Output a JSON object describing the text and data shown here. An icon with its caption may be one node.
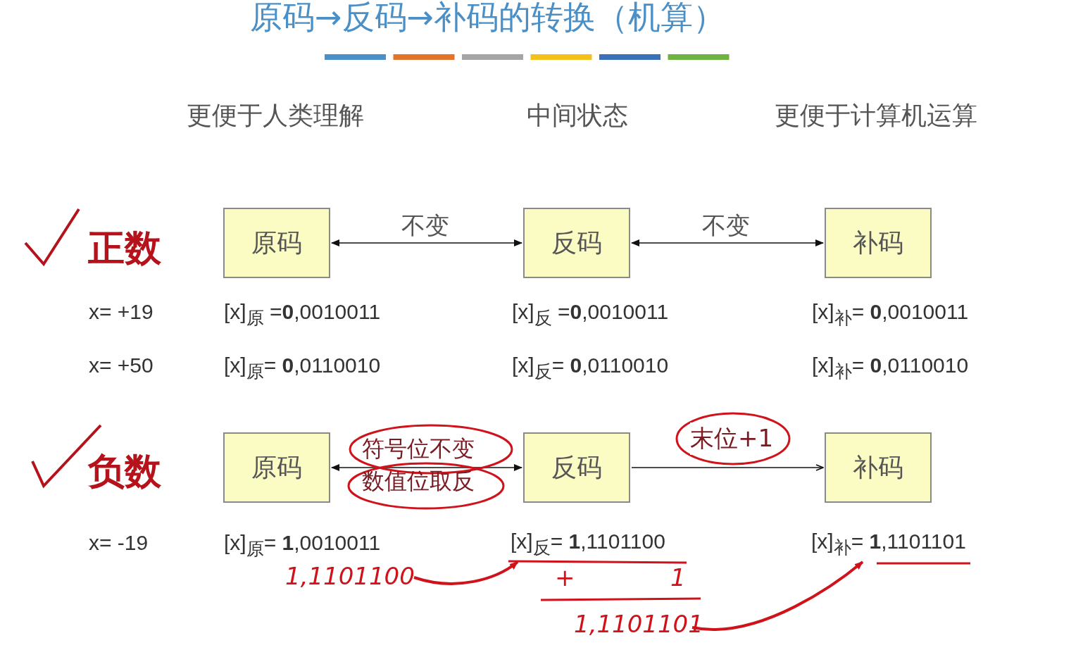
{
  "diagram": {
    "title": "原码→反码→补码的转换（机算）",
    "nodes": [
      {
        "text": [
          "原码"
        ]
      },
      {
        "text": [
          "反码"
        ]
      },
      {
        "text": [
          "补码"
        ]
      },
      {
        "text": [
          "原码"
        ]
      },
      {
        "text": [
          "反码"
        ]
      },
      {
        "text": [
          "补码"
        ]
      },
      {
        "text": [
          "1,1101100"
        ]
      },
      {
        "text": [
          "[x]$_{反}$= **1**,1101100"
        ]
      },
      {
        "text": [
          "1,1101101"
        ]
      },
      {
        "text": [
          "[x]$_{补}$= **1**,1101101"
        ]
      }
    ],
    "edges": [
      {
        "from": 0,
        "to": 1,
        "arrow": "both",
        "label": "不变"
      },
      {
        "from": 1,
        "to": 2,
        "arrow": "both",
        "label": "不变"
      },
      {
        "from": 3,
        "to": 4,
        "arrow": "both",
        "label": "符号位不变数值位取反"
      },
      {
        "from": 4,
        "to": 5,
        "arrow": "to",
        "label": "末位+1"
      },
      {
        "from": 6,
        "to": 7,
        "arrow": "to",
        "color": "#d0121b",
        "style": "thick"
      },
      {
        "from": 8,
        "to": 9,
        "arrow": "to",
        "color": "#d0121b",
        "style": "thick"
      }
    ],
    "labels": [
      "更便于人类理解",
      "中间状态",
      "更便于计算机运算",
      "正数",
      "x= +19",
      "[x]$_{原}$ =**0**,0010011",
      "[x]$_{反}$ =**0**,0010011",
      "[x]$_{补}$= **0**,0010011",
      "x= +50",
      "[x]$_{原}$= **0**,0110010",
      "[x]$_{反}$= **0**,0110010",
      "[x]$_{补}$= **0**,0110010",
      "负数",
      "x= -19",
      "[x]$_{原}$= **1**,0010011",
      "+",
      "1"
    ]
  }
}
